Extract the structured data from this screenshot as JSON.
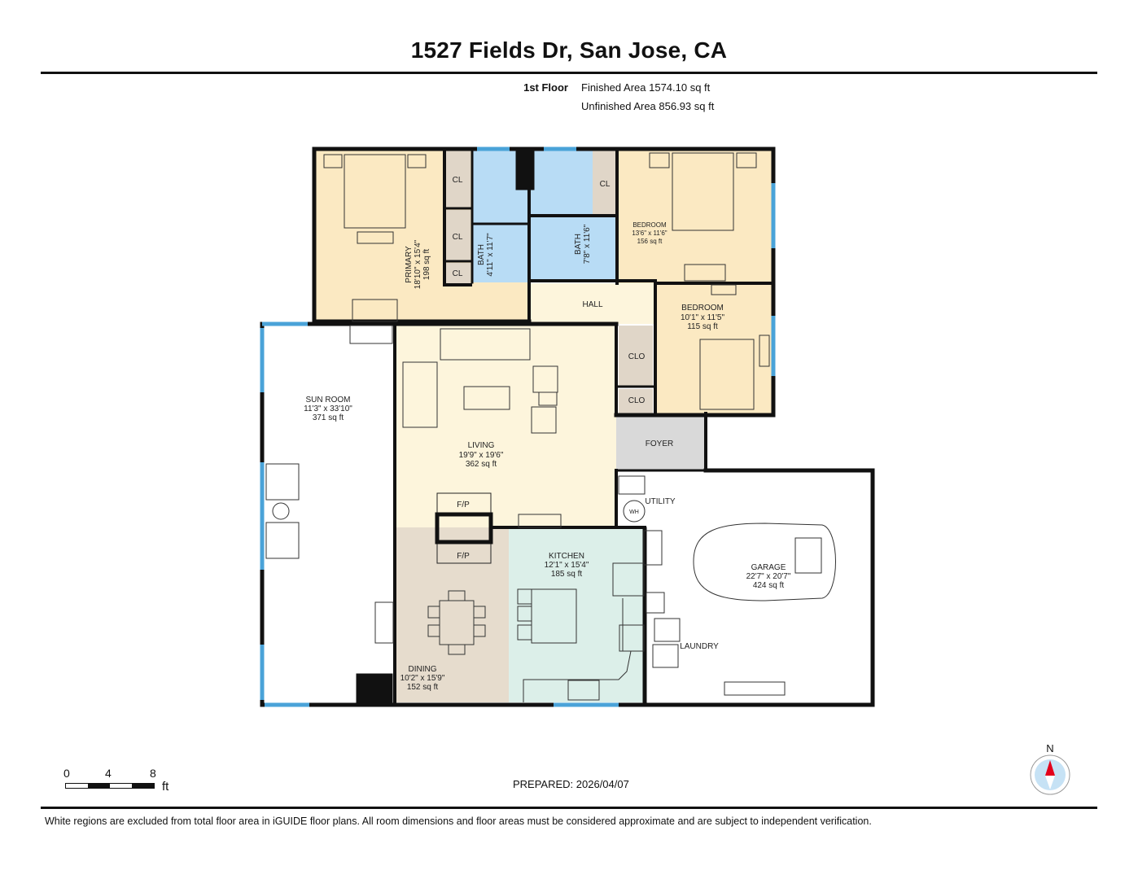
{
  "header": {
    "title": "1527 Fields Dr, San Jose, CA",
    "floor": "1st Floor",
    "finished_area": "Finished Area 1574.10 sq ft",
    "unfinished_area": "Unfinished Area 856.93 sq ft"
  },
  "colors": {
    "bedroom_fill": "#fbe9c2",
    "living_fill": "#fdf5dc",
    "bath_fill": "#b8dcf5",
    "closet_fill": "#e0d6c8",
    "foyer_fill": "#d9d9d9",
    "dining_fill": "#e6dccd",
    "kitchen_fill": "#dcefe9",
    "window_blue": "#4aa3d8",
    "wall": "#111111",
    "compass_red": "#e3001b",
    "compass_bg": "#c6e2f5"
  },
  "rooms": {
    "primary": {
      "name": "PRIMARY",
      "dims": "18'10\" x 15'4\"",
      "area": "198 sq ft"
    },
    "bath1": {
      "name": "BATH",
      "dims": "4'11\" x 11'7\""
    },
    "bath2": {
      "name": "BATH",
      "dims": "7'8\" x 11'6\""
    },
    "bedroom1": {
      "name": "BEDROOM",
      "dims": "13'6\" x 11'6\"",
      "area": "156 sq ft"
    },
    "bedroom2": {
      "name": "BEDROOM",
      "dims": "10'1\" x 11'5\"",
      "area": "115 sq ft"
    },
    "hall": {
      "name": "HALL"
    },
    "sunroom": {
      "name": "SUN ROOM",
      "dims": "11'3\" x 33'10\"",
      "area": "371 sq ft"
    },
    "living": {
      "name": "LIVING",
      "dims": "19'9\" x 19'6\"",
      "area": "362 sq ft"
    },
    "foyer": {
      "name": "FOYER"
    },
    "utility": {
      "name": "UTILITY"
    },
    "garage": {
      "name": "GARAGE",
      "dims": "22'7\" x 20'7\"",
      "area": "424 sq ft"
    },
    "laundry": {
      "name": "LAUNDRY"
    },
    "kitchen": {
      "name": "KITCHEN",
      "dims": "12'1\" x 15'4\"",
      "area": "185 sq ft"
    },
    "dining": {
      "name": "DINING",
      "dims": "10'2\" x 15'9\"",
      "area": "152 sq ft"
    }
  },
  "labels": {
    "cl": "CL",
    "clo": "CLO",
    "fp": "F/P",
    "wh": "WH"
  },
  "scale": {
    "zero": "0",
    "four": "4",
    "eight": "8",
    "unit": "ft"
  },
  "compass": {
    "north": "N"
  },
  "footer": {
    "prepared": "PREPARED: 2026/04/07",
    "disclaimer": "White regions are excluded from total floor area in iGUIDE floor plans. All room dimensions and floor areas must be considered approximate and are subject to independent verification."
  }
}
